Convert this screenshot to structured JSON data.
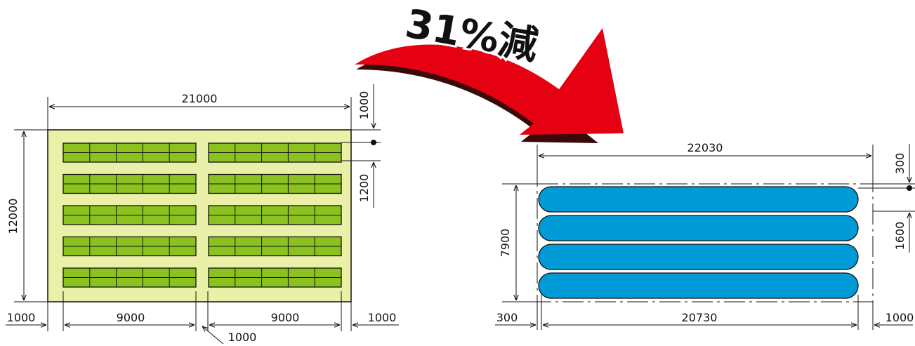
{
  "banner": {
    "text": "31%減"
  },
  "colors": {
    "arrow_red": "#e50012",
    "arrow_shadow": "#3a0a0a",
    "left_field": "#eaf0a8",
    "left_bed": "#8cc21f",
    "right_lane": "#009bd6",
    "line": "#111111"
  },
  "left_layout": {
    "dim_top_width": "21000",
    "dim_left_height": "12000",
    "dim_top_margin": "1000",
    "dim_row_pitch": "1200",
    "dim_bottom_left_margin": "1000",
    "dim_block_width_a": "9000",
    "dim_block_width_b": "9000",
    "dim_bottom_right_margin": "1000",
    "dim_center_gap": "1000",
    "bed_rows": 5,
    "bed_cells_per_block": 5
  },
  "right_layout": {
    "dim_top_width": "22030",
    "dim_top_margin": "300",
    "dim_left_height": "7900",
    "dim_lane_pitch": "1600",
    "dim_bottom_left_margin": "300",
    "dim_lane_length": "20730",
    "dim_bottom_right_margin": "1000",
    "lane_count": 4
  }
}
